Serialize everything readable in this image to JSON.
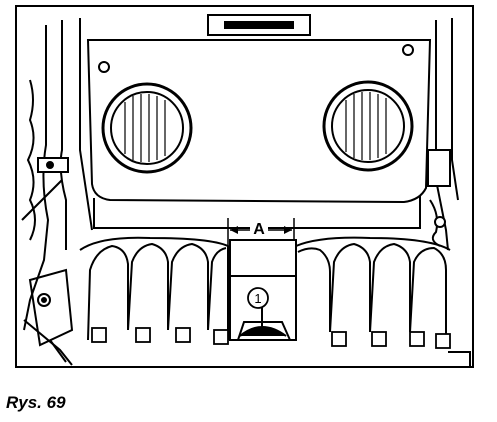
{
  "figure": {
    "dimension_label": "A",
    "callout_label": "1"
  },
  "caption": "Rys. 69"
}
